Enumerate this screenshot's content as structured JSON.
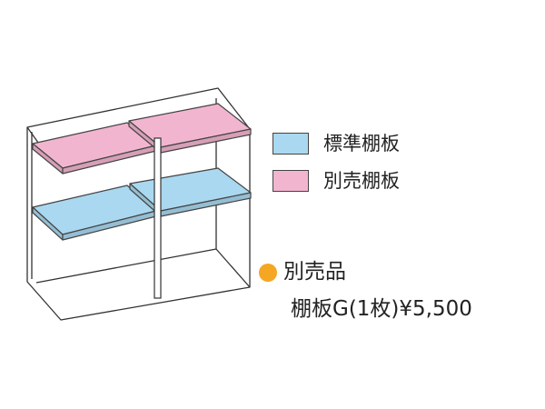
{
  "legend": {
    "standard": {
      "label": "標準棚板",
      "color": "#a9d8f0"
    },
    "optional": {
      "label": "別売棚板",
      "color": "#f2b5cf"
    }
  },
  "note": {
    "dot_color": "#f5a623",
    "title": "別売品",
    "price_line": "棚板G(1枚)¥5,500"
  }
}
